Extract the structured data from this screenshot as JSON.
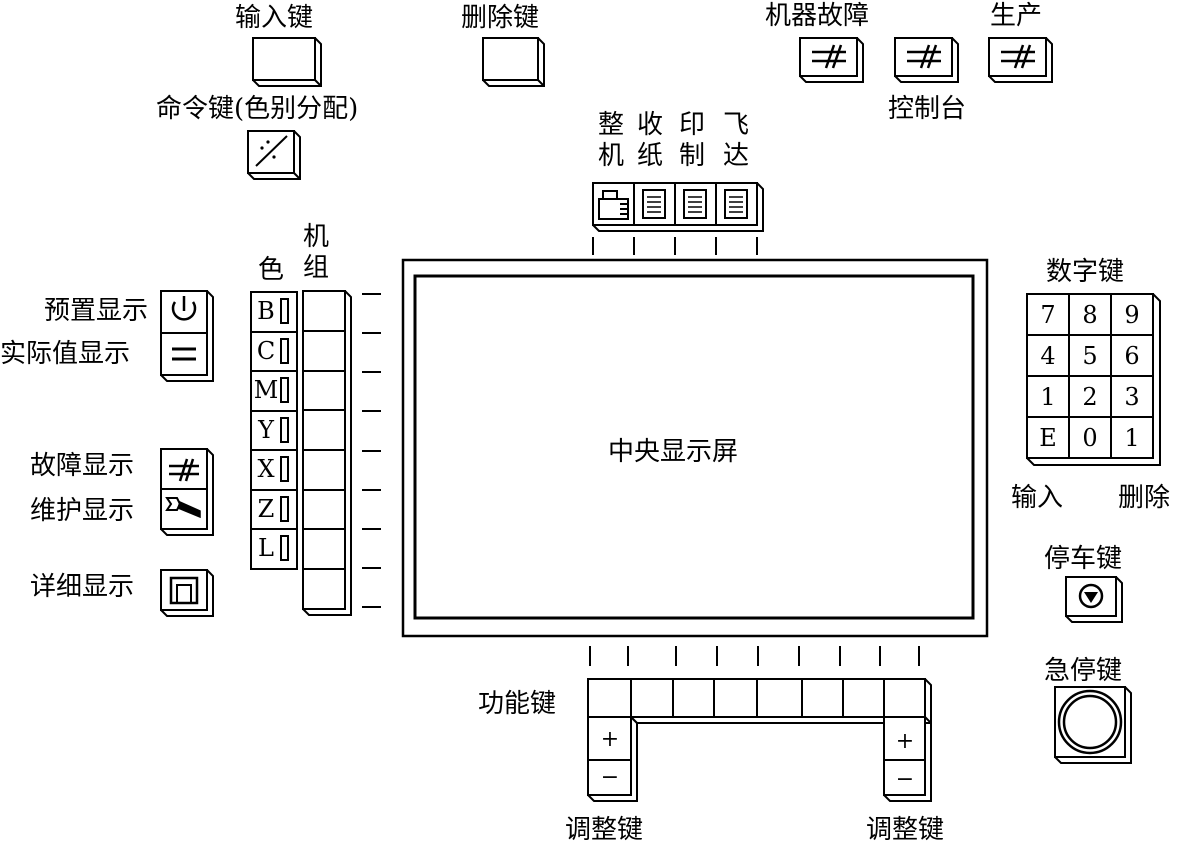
{
  "top": {
    "input_key_label": "输入键",
    "delete_key_label": "删除键",
    "command_key_label": "命令键(色别分配)",
    "machine_fault_label": "机器故障",
    "production_label": "生产",
    "console_label": "控制台"
  },
  "units": {
    "labels": [
      [
        "整",
        "机"
      ],
      [
        "收",
        "纸"
      ],
      [
        "印",
        "制"
      ],
      [
        "飞",
        "达"
      ]
    ]
  },
  "colors": {
    "header_color": "色",
    "header_unit": [
      "机",
      "组"
    ],
    "channels": [
      "B",
      "C",
      "M",
      "Y",
      "X",
      "Z",
      "L"
    ]
  },
  "left": {
    "preset_display": "预置显示",
    "actual_display": "实际值显示",
    "fault_display": "故障显示",
    "maintenance_display": "维护显示",
    "detail_display": "详细显示"
  },
  "screen": {
    "title": "中央显示屏"
  },
  "numpad": {
    "title": "数字键",
    "keys": [
      "7",
      "8",
      "9",
      "4",
      "5",
      "6",
      "1",
      "2",
      "3",
      "E",
      "0",
      "1"
    ],
    "input_label": "输入",
    "delete_label": "删除"
  },
  "right": {
    "stop_key_label": "停车键",
    "emergency_stop_label": "急停键"
  },
  "bottom": {
    "function_key_label": "功能键",
    "adjust_left_label": "调整键",
    "adjust_right_label": "调整键",
    "plus": "+",
    "minus": "−"
  }
}
